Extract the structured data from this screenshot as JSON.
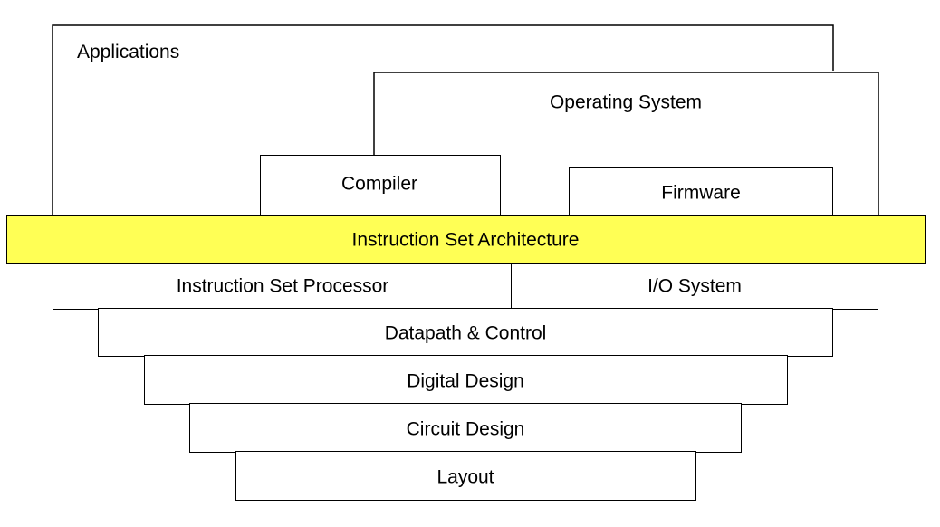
{
  "layers": {
    "applications": "Applications",
    "operating_system": "Operating System",
    "compiler": "Compiler",
    "firmware": "Firmware",
    "isa": "Instruction Set Architecture",
    "isp": "Instruction Set Processor",
    "io_system": "I/O System",
    "datapath_control": "Datapath & Control",
    "digital_design": "Digital Design",
    "circuit_design": "Circuit Design",
    "layout": "Layout"
  },
  "colors": {
    "isa_fill": "#ffff55",
    "stroke": "#000000",
    "background": "#ffffff"
  }
}
